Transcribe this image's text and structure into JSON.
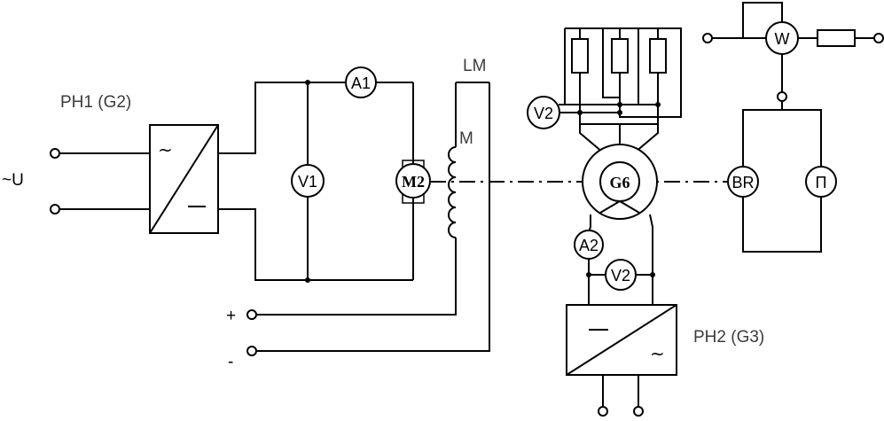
{
  "labels": {
    "ph1": "PH1 (G2)",
    "ph2": "PH2 (G3)",
    "lm": "LM",
    "m": "M",
    "supply_ac": "~U",
    "plus": "+",
    "minus": "-"
  },
  "meters": {
    "a1": "A1",
    "v1": "V1",
    "v2_top": "V2",
    "a2": "A2",
    "v2_bottom": "V2",
    "w": "W",
    "br": "BR",
    "p": "П"
  },
  "machines": {
    "motor": "M2",
    "generator": "G6"
  },
  "converter_symbols": {
    "ph1_ac": "~",
    "ph1_dc": "—",
    "ph2_dc": "—",
    "ph2_ac": "~"
  }
}
